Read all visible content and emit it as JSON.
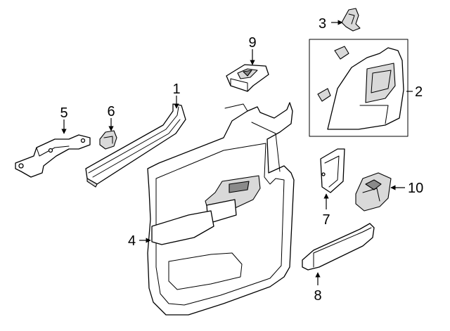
{
  "callouts": {
    "p1": "1",
    "p2": "2",
    "p3": "3",
    "p4": "4",
    "p5": "5",
    "p6": "6",
    "p7": "7",
    "p8": "8",
    "p9": "9",
    "p10": "10"
  },
  "colors": {
    "line": "#000000",
    "shade": "#d9d9d9",
    "background": "#ffffff"
  }
}
